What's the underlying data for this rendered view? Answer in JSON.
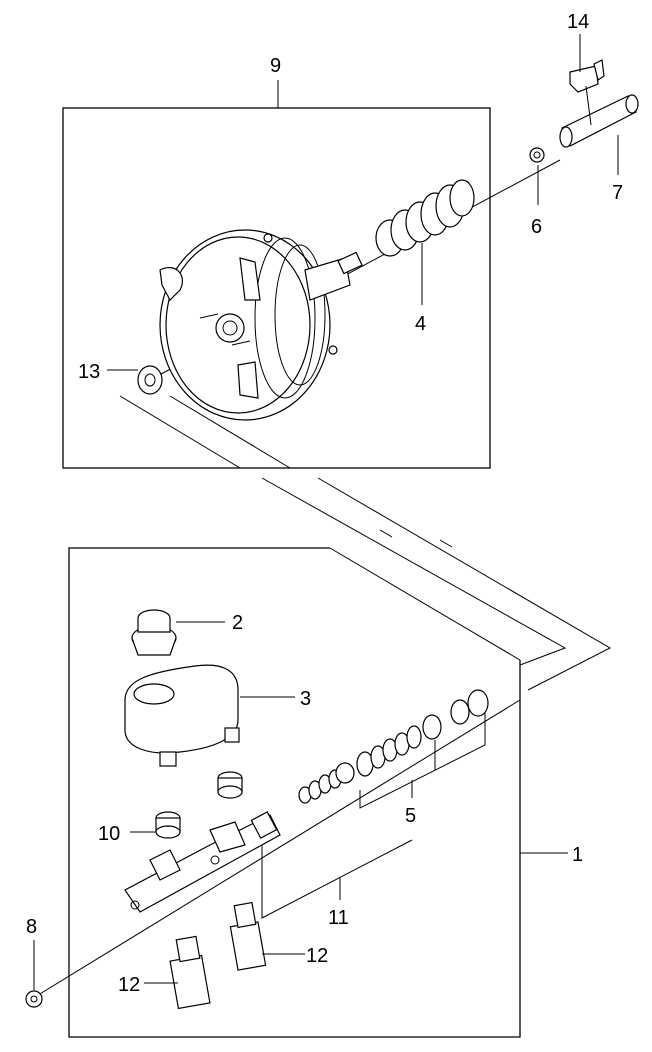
{
  "callouts": {
    "c1": "1",
    "c2": "2",
    "c3": "3",
    "c4": "4",
    "c5": "5",
    "c6": "6",
    "c7": "7",
    "c8": "8",
    "c9": "9",
    "c10": "10",
    "c11": "11",
    "c12a": "12",
    "c12b": "12",
    "c13": "13",
    "c14": "14"
  },
  "colors": {
    "line": "#000000",
    "background": "#ffffff"
  }
}
